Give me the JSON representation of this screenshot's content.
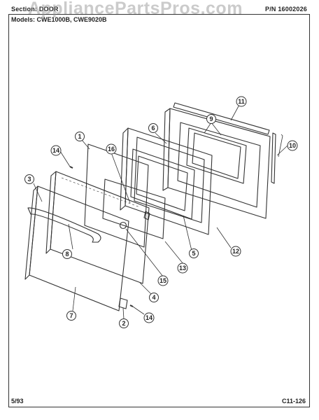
{
  "header": {
    "section_label": "Section:",
    "section_value": "DOOR",
    "pn_label": "P/N",
    "pn_value": "16002026"
  },
  "model_line": "Models: CWE1000B, CWE9020B",
  "watermark": "AppliancePartsPros.com",
  "footer": {
    "date": "5/93",
    "page_code": "C11-126"
  },
  "callouts": [
    "1",
    "2",
    "3",
    "4",
    "5",
    "6",
    "7",
    "8",
    "9",
    "10",
    "11",
    "12",
    "13",
    "14",
    "14",
    "15",
    "16"
  ]
}
